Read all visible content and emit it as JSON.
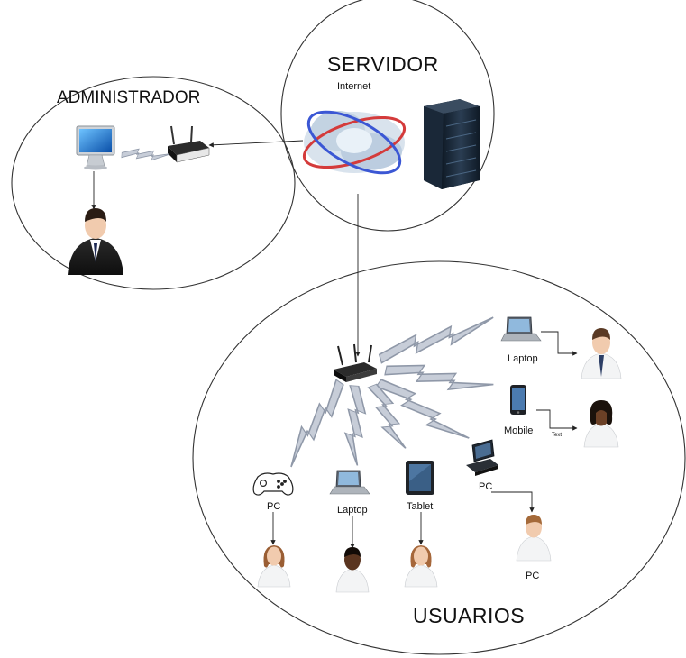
{
  "zones": {
    "servidor": "SERVIDOR",
    "administrador": "ADMINISTRADOR",
    "usuarios": "USUARIOS"
  },
  "server": {
    "internet_label": "Internet"
  },
  "devices": {
    "laptop_right": "Laptop",
    "mobile": "Mobile",
    "pc_right": "PC",
    "gamepad_pc": "PC",
    "laptop_bottom": "Laptop",
    "tablet": "Tablet",
    "pc_user": "PC",
    "text_note": "Text"
  },
  "colors": {
    "zone_stroke": "#333333",
    "arrow": "#222222",
    "lightning_fill": "#c7cdd8",
    "lightning_stroke": "#8f98a8",
    "cloud": "#aebfd0",
    "server_rack": "#1c2b3a"
  },
  "icons": [
    "monitor-icon",
    "router-icon",
    "user-icon",
    "internet-cloud-icon",
    "server-rack-icon",
    "laptop-icon",
    "mobile-phone-icon",
    "desktop-pc-icon",
    "gamepad-icon",
    "tablet-icon"
  ]
}
